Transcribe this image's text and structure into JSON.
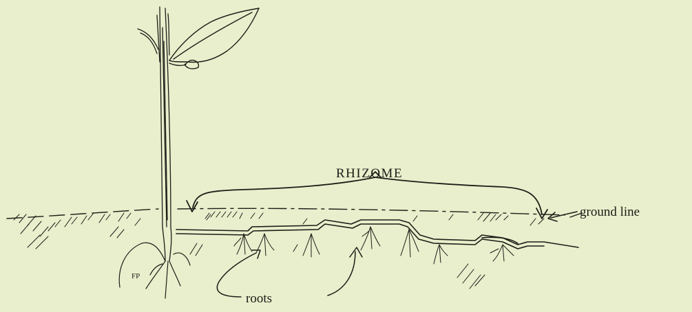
{
  "labels": {
    "rhizome": "RHIZOME",
    "ground_line": "ground line",
    "roots": "roots",
    "artist_initials": "FP"
  },
  "colors": {
    "background": "#e9eecc",
    "ink": "#1c1c16"
  }
}
